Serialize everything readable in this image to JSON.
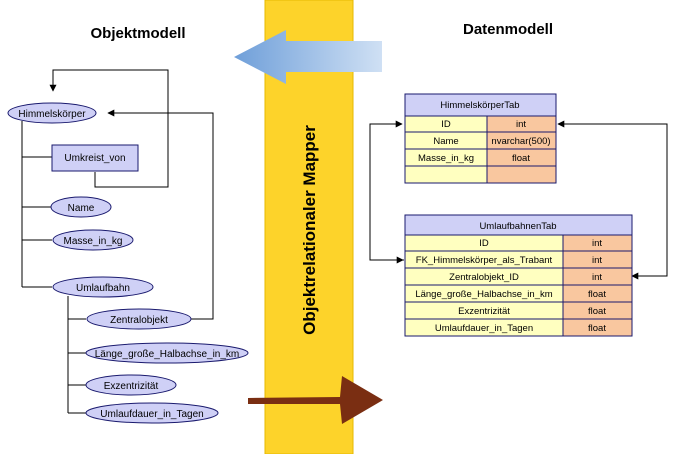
{
  "titles": {
    "left": "Objektmodell",
    "right": "Datenmodell",
    "center": "Objektrelationaler Mapper"
  },
  "object_model": {
    "root": "Himmelskörper",
    "class_box": "Umkreist_von",
    "attributes": [
      "Name",
      "Masse_in_kg",
      "Umlaufbahn"
    ],
    "orbit_children": [
      "Zentralobjekt",
      "Länge_große_Halbachse_in_km",
      "Exzentrizität",
      "Umlaufdauer_in_Tagen"
    ]
  },
  "data_model": {
    "table1": {
      "name": "HimmelskörperTab",
      "rows": [
        {
          "col": "ID",
          "type": "int"
        },
        {
          "col": "Name",
          "type": "nvarchar(500)"
        },
        {
          "col": "Masse_in_kg",
          "type": "float"
        },
        {
          "col": "",
          "type": ""
        }
      ]
    },
    "table2": {
      "name": "UmlaufbahnenTab",
      "rows": [
        {
          "col": "ID",
          "type": "int"
        },
        {
          "col": "FK_Himmelskörper_als_Trabant",
          "type": "int"
        },
        {
          "col": "Zentralobjekt_ID",
          "type": "int"
        },
        {
          "col": "Länge_große_Halbachse_in_km",
          "type": "float"
        },
        {
          "col": "Exzentrizität",
          "type": "float"
        },
        {
          "col": "Umlaufdauer_in_Tagen",
          "type": "float"
        }
      ]
    }
  },
  "colors": {
    "band": "#fdd32a",
    "band_edge": "#e6b800",
    "node_fill": "#cfd0f6",
    "node_stroke": "#1a1a6e",
    "table_header": "#cfd0f6",
    "col_fill": "#ffffc0",
    "type_fill": "#f9c79f",
    "arrow_blue": "#7aa8de",
    "arrow_brown": "#7a2e12"
  }
}
